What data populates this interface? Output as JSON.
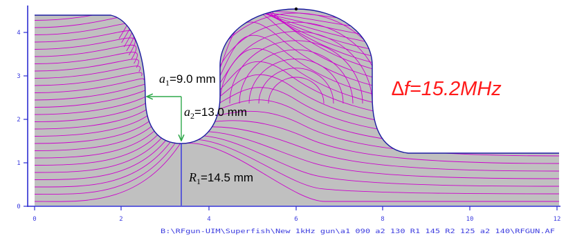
{
  "diagram": {
    "x_ticks": [
      "0",
      "2",
      "4",
      "6",
      "8",
      "10",
      "12"
    ],
    "y_ticks": [
      "0",
      "1",
      "2",
      "3",
      "4"
    ],
    "dimensions": [
      {
        "var": "a",
        "sub": "1",
        "text": "=9.0 mm"
      },
      {
        "var": "a",
        "sub": "2",
        "text": "=13.0 mm"
      },
      {
        "var": "R",
        "sub": "1",
        "text": "=14.5 mm"
      }
    ],
    "frequency_label": "∆f=15.2MHz",
    "file_path": "B:\\RFgun-UIM\\Superfish\\New 1kHz gun\\a1 090 a2 130 R1 145 R2 125 a2 140\\RFGUN.AF"
  },
  "colors": {
    "cavity_fill": "#c0c0c0",
    "field_lines": "#cc00cc",
    "boundary": "#1a1aa0",
    "axis": "#2a2ad0",
    "dimension_arrows": "#2ea84a",
    "frequency_text": "#ff1a1a"
  }
}
